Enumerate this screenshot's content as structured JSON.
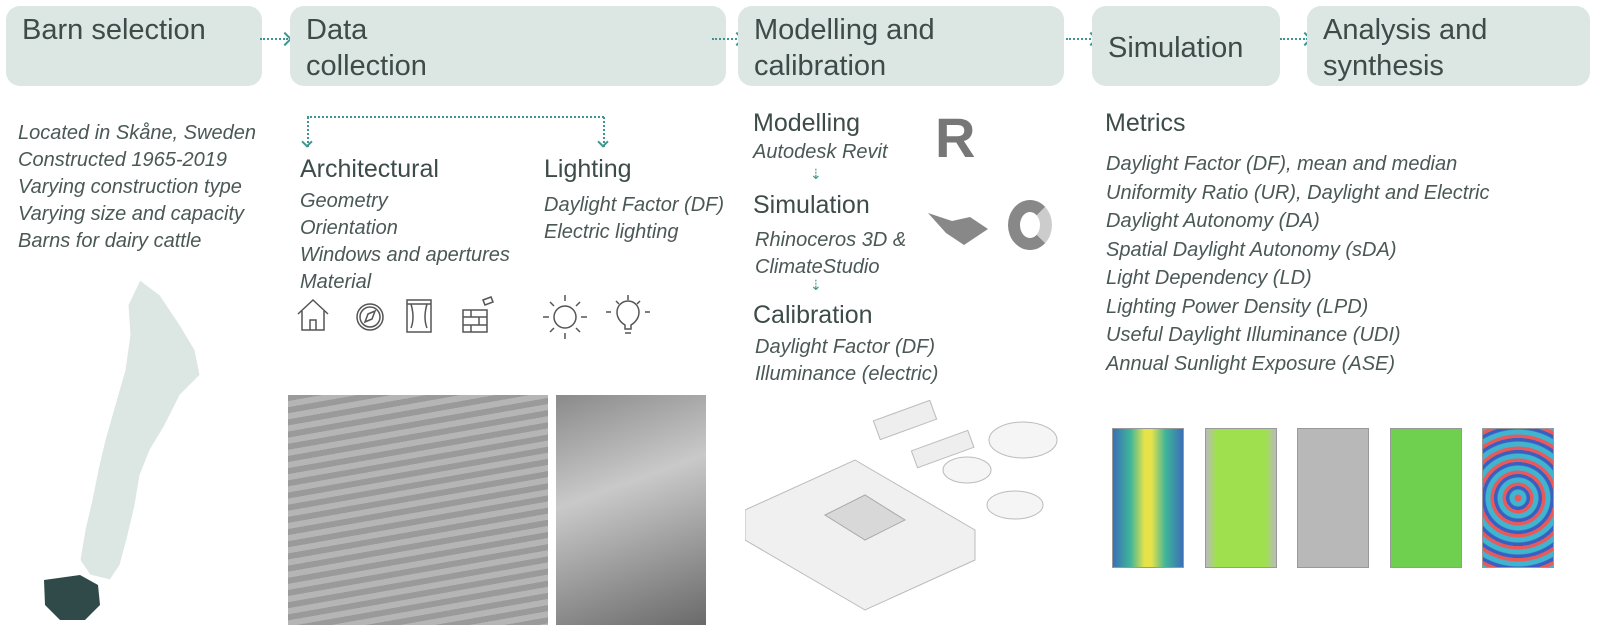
{
  "steps": [
    {
      "label": "Barn selection"
    },
    {
      "label": "Data collection"
    },
    {
      "label": "Modelling and calibration"
    },
    {
      "label": "Simulation"
    },
    {
      "label": "Analysis and synthesis"
    }
  ],
  "barn": {
    "lines": [
      "Located in Skåne, Sweden",
      "Constructed 1965-2019",
      "Varying construction type",
      "Varying size and capacity",
      "Barns for dairy cattle"
    ]
  },
  "data": {
    "arch_title": "Architectural",
    "arch_items": [
      "Geometry",
      "Orientation",
      "Windows and apertures",
      "Material"
    ],
    "light_title": "Lighting",
    "light_items": [
      "Daylight Factor (DF)",
      "Electric lighting"
    ]
  },
  "model": {
    "modelling": "Modelling",
    "modelling_tool": "Autodesk Revit",
    "simulation": "Simulation",
    "sim_tools": [
      "Rhinoceros 3D &",
      "ClimateStudio"
    ],
    "calibration": "Calibration",
    "calib_items": [
      "Daylight Factor (DF)",
      "Illuminance (electric)"
    ],
    "revit_logo": "R"
  },
  "metrics": {
    "title": "Metrics",
    "items": [
      "Daylight Factor (DF), mean and median",
      "Uniformity Ratio (UR), Daylight and Electric",
      "Daylight Autonomy (DA)",
      "Spatial Daylight Autonomy (sDA)",
      "Light Dependency (LD)",
      "Lighting Power Density (LPD)",
      "Useful Daylight Illuminance (UDI)",
      "Annual Sunlight Exposure (ASE)"
    ]
  },
  "colors": {
    "box": "#dce6e3",
    "accent": "#3e9690",
    "map": "#dce6e3",
    "skane": "#2f4a48"
  }
}
